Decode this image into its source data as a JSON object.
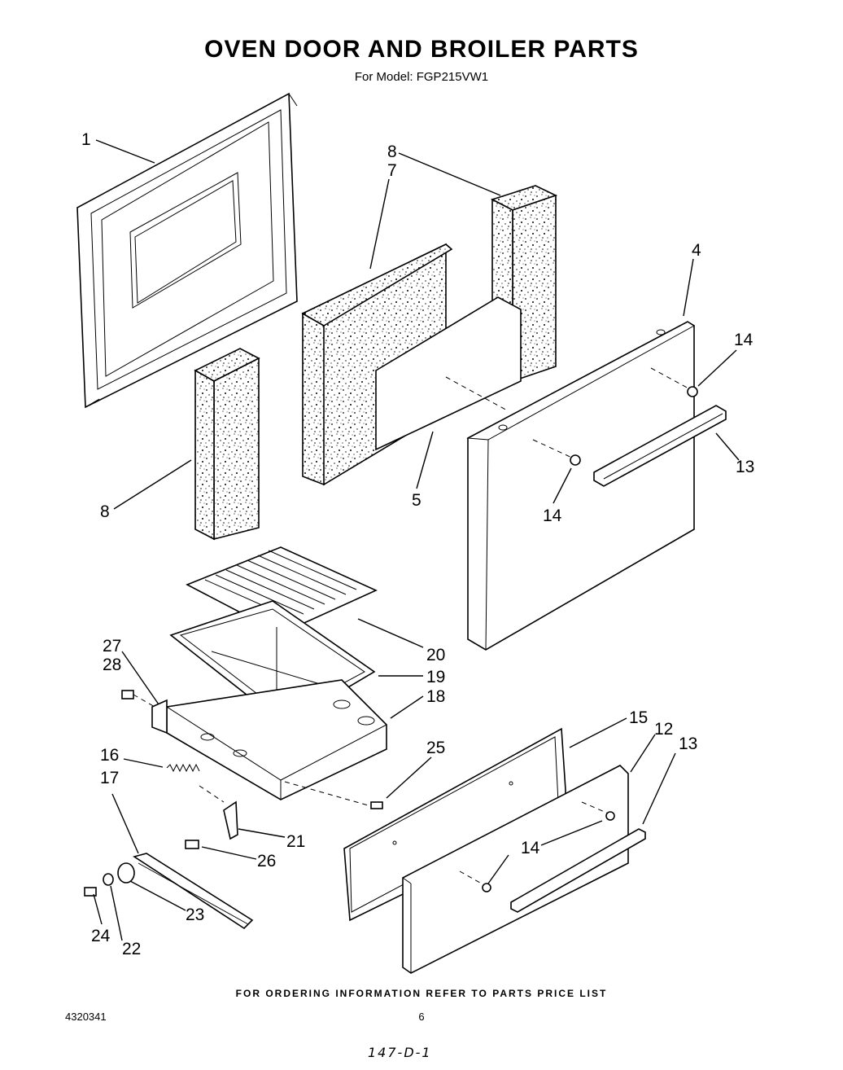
{
  "title": "OVEN DOOR AND BROILER PARTS",
  "subtitle": "For Model: FGP215VW1",
  "footer_note": "FOR ORDERING INFORMATION REFER TO PARTS PRICE LIST",
  "doc_number": "4320341",
  "page_number": "6",
  "handwritten_note": "147-D-1",
  "callouts": {
    "c1": "1",
    "c8a": "8",
    "c7": "7",
    "c4": "4",
    "c14a": "14",
    "c13a": "13",
    "c14b": "14",
    "c5": "5",
    "c8b": "8",
    "c20": "20",
    "c27": "27",
    "c28": "28",
    "c19": "19",
    "c18": "18",
    "c15": "15",
    "c12": "12",
    "c13b": "13",
    "c25": "25",
    "c16": "16",
    "c17": "17",
    "c21": "21",
    "c26": "26",
    "c14c": "14",
    "c23": "23",
    "c24": "24",
    "c22": "22"
  }
}
